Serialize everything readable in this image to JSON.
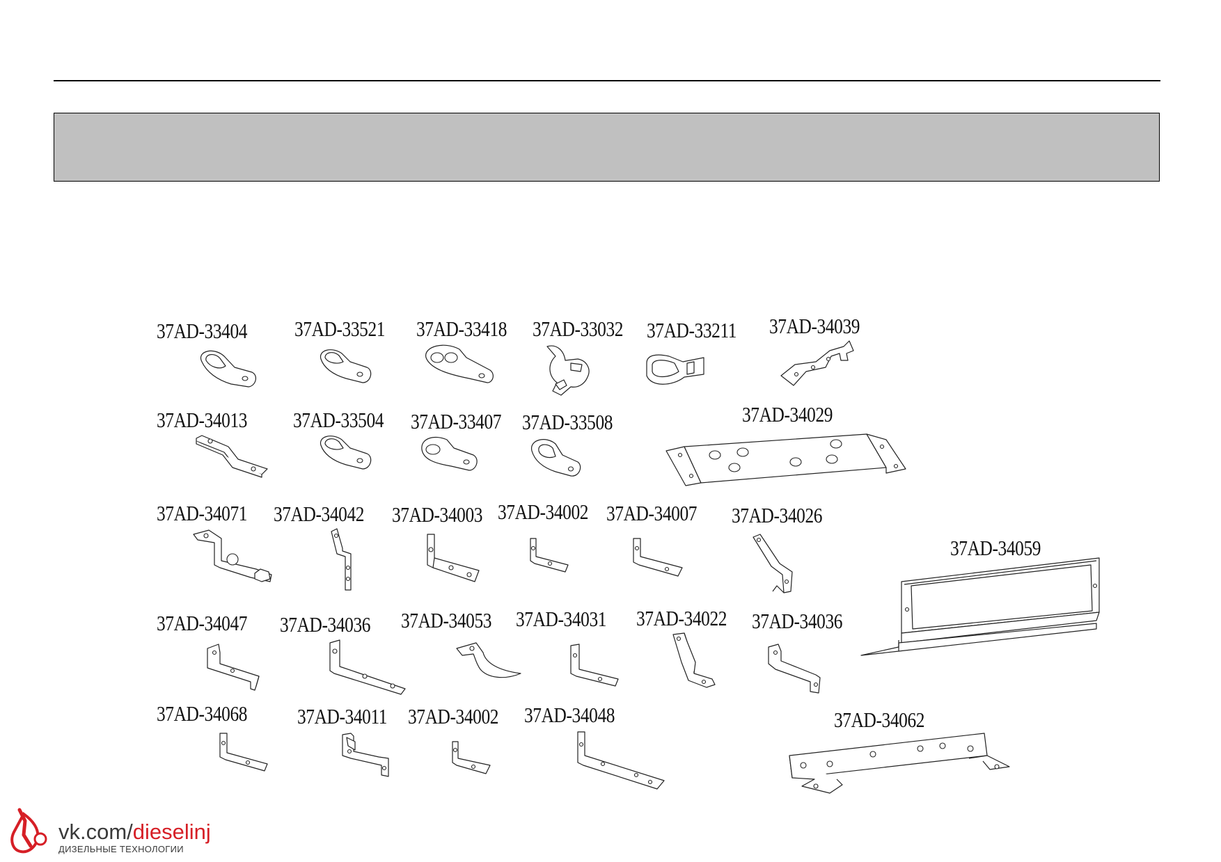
{
  "parts": [
    {
      "id": "p01",
      "label": "37AD-33404"
    },
    {
      "id": "p02",
      "label": "37AD-33521"
    },
    {
      "id": "p03",
      "label": "37AD-33418"
    },
    {
      "id": "p04",
      "label": "37AD-33032"
    },
    {
      "id": "p05",
      "label": "37AD-33211"
    },
    {
      "id": "p06",
      "label": "37AD-34039"
    },
    {
      "id": "p07",
      "label": "37AD-34013"
    },
    {
      "id": "p08",
      "label": "37AD-33504"
    },
    {
      "id": "p09",
      "label": "37AD-33407"
    },
    {
      "id": "p10",
      "label": "37AD-33508"
    },
    {
      "id": "p11",
      "label": "37AD-34029"
    },
    {
      "id": "p12",
      "label": "37AD-34071"
    },
    {
      "id": "p13",
      "label": "37AD-34042"
    },
    {
      "id": "p14",
      "label": "37AD-34003"
    },
    {
      "id": "p15",
      "label": "37AD-34002"
    },
    {
      "id": "p16",
      "label": "37AD-34007"
    },
    {
      "id": "p17",
      "label": "37AD-34026"
    },
    {
      "id": "p18",
      "label": "37AD-34059"
    },
    {
      "id": "p19",
      "label": "37AD-34047"
    },
    {
      "id": "p20",
      "label": "37AD-34036"
    },
    {
      "id": "p21",
      "label": "37AD-34053"
    },
    {
      "id": "p22",
      "label": "37AD-34031"
    },
    {
      "id": "p23",
      "label": "37AD-34022"
    },
    {
      "id": "p24",
      "label": "37AD-34036"
    },
    {
      "id": "p25",
      "label": "37AD-34068"
    },
    {
      "id": "p26",
      "label": "37AD-34011"
    },
    {
      "id": "p27",
      "label": "37AD-34002"
    },
    {
      "id": "p28",
      "label": "37AD-34048"
    },
    {
      "id": "p29",
      "label": "37AD-34062"
    }
  ],
  "watermark": {
    "prefix": "vk.com/",
    "accent": "dieselinj",
    "subtitle": "ДИЗЕЛЬНЫЕ ТЕХНОЛОГИИ",
    "accent_color": "#d61f26"
  }
}
